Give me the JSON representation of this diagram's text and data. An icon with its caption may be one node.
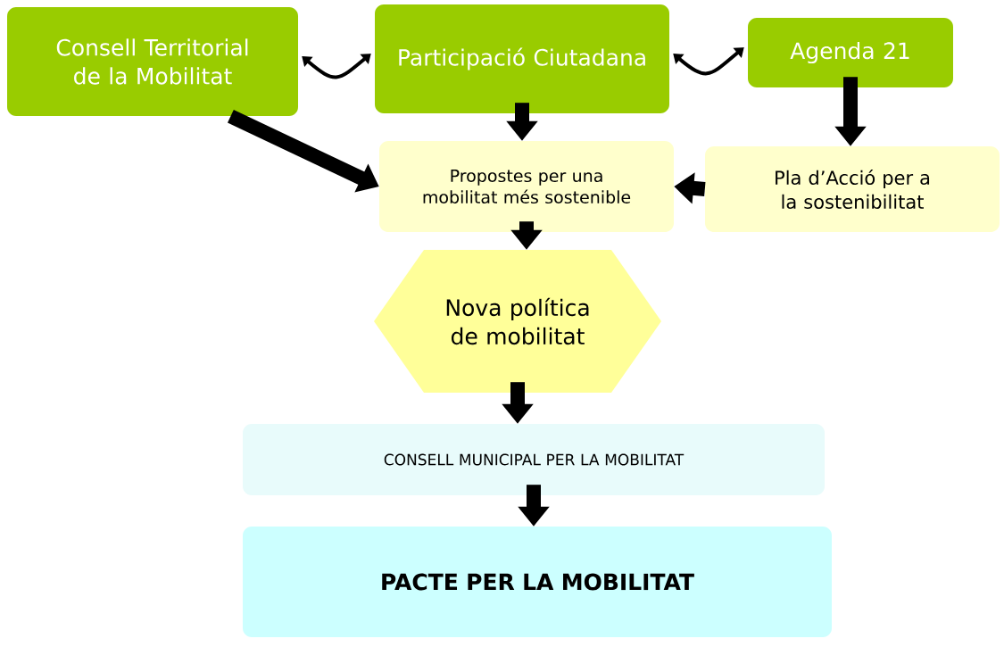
{
  "diagram": {
    "nodes": [
      {
        "text": [
          "Consell Territorial de la Mobilitat"
        ]
      },
      {
        "text": [
          "Participació Ciutadana"
        ]
      },
      {
        "text": [
          "Agenda 21"
        ]
      },
      {
        "text": [
          "Propostes per una mobilitat més sostenible"
        ]
      },
      {
        "text": [
          "Pla d’Acció per a la sostenibilitat"
        ]
      },
      {
        "text": [
          "Nova política de mobilitat"
        ]
      },
      {
        "text": [
          "CONSELL MUNICIPAL PER LA MOBILITAT"
        ]
      },
      {
        "text": [
          "PACTE PER LA MOBILITAT"
        ]
      }
    ],
    "edges": [
      {
        "from": 0,
        "to": 1,
        "arrow": "both"
      },
      {
        "from": 1,
        "to": 2,
        "arrow": "both"
      },
      {
        "from": 0,
        "to": 3,
        "arrow": "to"
      },
      {
        "from": 1,
        "to": 3,
        "arrow": "to"
      },
      {
        "from": 2,
        "to": 4,
        "arrow": "to"
      },
      {
        "from": 4,
        "to": 3,
        "arrow": "to"
      },
      {
        "from": 3,
        "to": 5,
        "arrow": "to"
      },
      {
        "from": 5,
        "to": 6,
        "arrow": "to"
      },
      {
        "from": 6,
        "to": 7,
        "arrow": "to"
      }
    ]
  }
}
